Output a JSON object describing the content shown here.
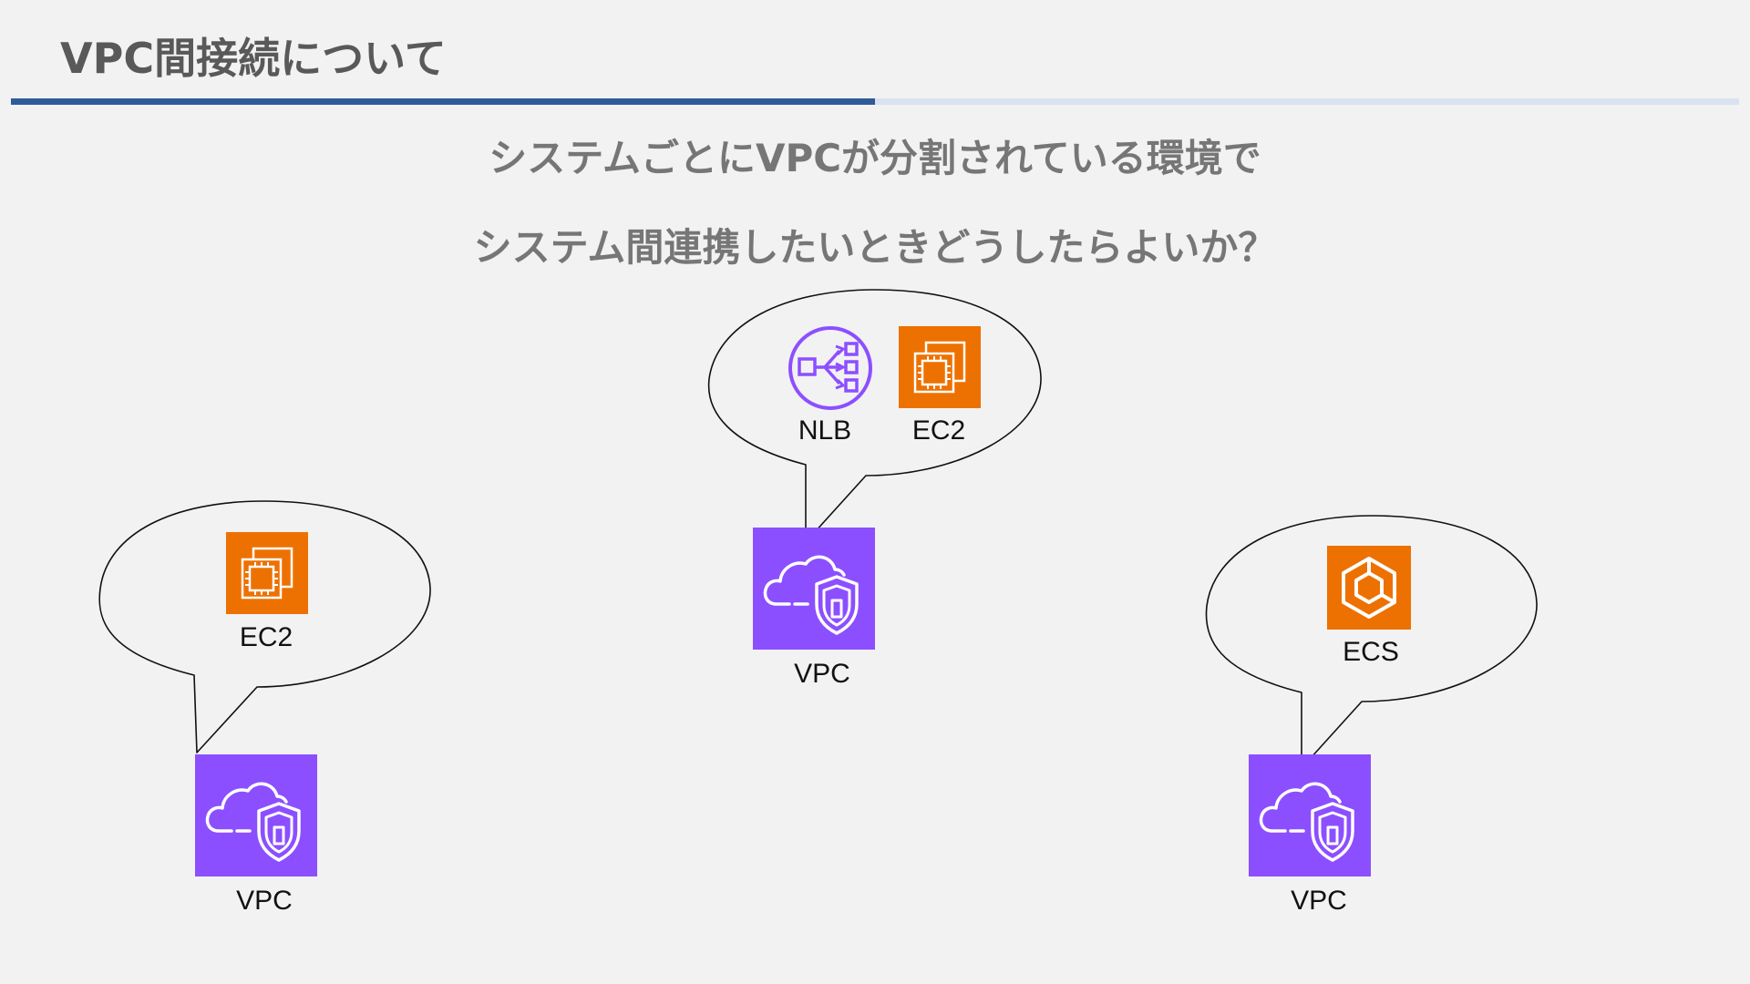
{
  "header": {
    "title": "VPC間接続について"
  },
  "question": {
    "line1": "システムごとにVPCが分割されている環境で",
    "line2": "システム間連携したいときどうしたらよいか？"
  },
  "colors": {
    "title_rule": "#2e5b9a",
    "vpc": "#8c4fff",
    "ec2": "#ed7100",
    "ecs": "#ed7100",
    "nlb": "#8c4fff"
  },
  "diagram": {
    "left_group": {
      "vpc_label": "VPC",
      "services": [
        {
          "icon": "ec2-icon",
          "label": "EC2"
        }
      ]
    },
    "center_group": {
      "vpc_label": "VPC",
      "services": [
        {
          "icon": "nlb-icon",
          "label": "NLB"
        },
        {
          "icon": "ec2-icon",
          "label": "EC2"
        }
      ]
    },
    "right_group": {
      "vpc_label": "VPC",
      "services": [
        {
          "icon": "ecs-icon",
          "label": "ECS"
        }
      ]
    }
  }
}
